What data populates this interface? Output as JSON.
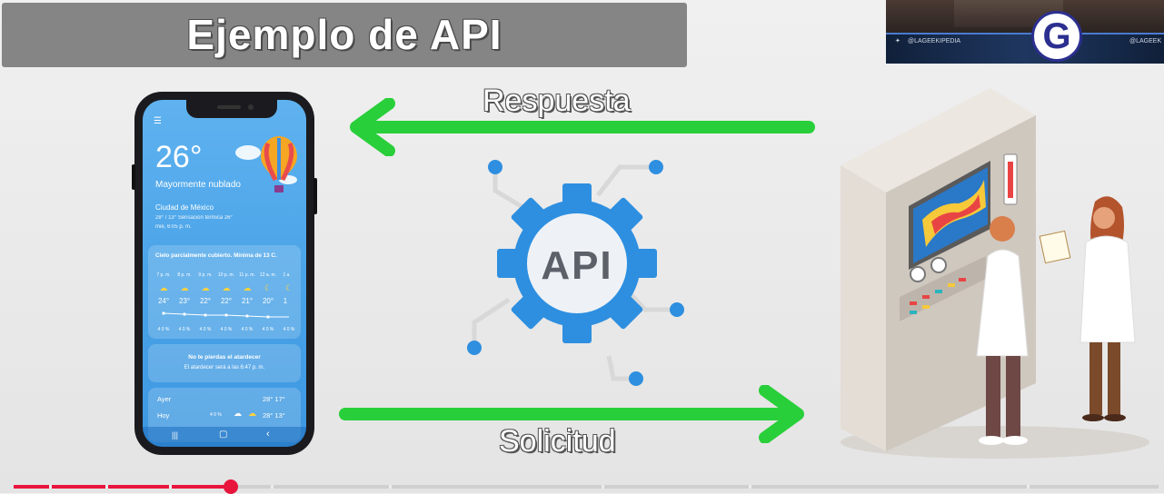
{
  "title": "Ejemplo de API",
  "arrows": {
    "response_label": "Respuesta",
    "request_label": "Solicitud",
    "color": "#29cf3a"
  },
  "api_badge": {
    "label": "API",
    "color": "#2e8fe0"
  },
  "phone": {
    "temperature": "26°",
    "condition": "Mayormente nublado",
    "city": "Ciudad de México",
    "detail": "28° / 13° Sensación térmica 26°",
    "updated": "mié, 6:05 p. m.",
    "forecast_title": "Cielo parcialmente cubierto. Mínima de 13 C.",
    "hours": [
      "7 p. m.",
      "8 p. m.",
      "9 p. m.",
      "10 p. m.",
      "11 p. m.",
      "12 a. m.",
      "1 a"
    ],
    "temps": [
      "24°",
      "23°",
      "22°",
      "22°",
      "21°",
      "20°",
      "1"
    ],
    "precip": [
      "4 0 %",
      "4 0 %",
      "4 0 %",
      "4 0 %",
      "4 0 %",
      "4 0 %",
      "4 0 %"
    ],
    "sunset_title": "No te pierdas el atardecer",
    "sunset_text": "El atardecer será a las 6:47 p. m.",
    "days": [
      {
        "day": "Ayer",
        "precip": "",
        "temps": "28° 17°"
      },
      {
        "day": "Hoy",
        "precip": "4 0 %",
        "temps": "28° 13°"
      }
    ],
    "sky_color": "#5fb2ef"
  },
  "overlay": {
    "handle_left": "@LAGEEKIPEDIA",
    "handle_right": "@LAGEEK",
    "logo_letter": "G",
    "logo_color": "#2c2f8f"
  },
  "video": {
    "progress_fraction": 0.19,
    "accent": "#e8153d"
  }
}
